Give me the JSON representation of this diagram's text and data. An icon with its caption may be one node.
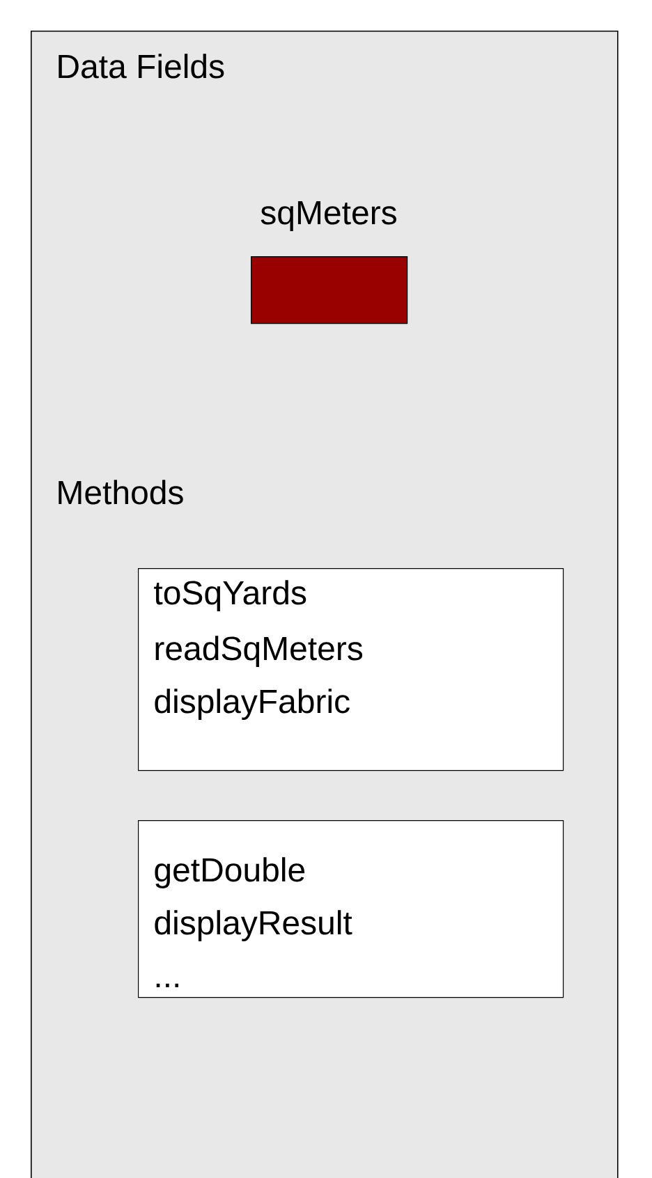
{
  "diagram": {
    "nodes": [
      {
        "text": [
          "Data Fields",
          "Methods"
        ]
      },
      {
        "text": [
          "sqMeters"
        ],
        "in": 0
      },
      {
        "text": [
          "toSqYards",
          "readSqMeters",
          "displayFabric"
        ],
        "in": 0
      },
      {
        "text": [
          "getDouble",
          "displayResult",
          "..."
        ],
        "in": 0
      }
    ]
  }
}
